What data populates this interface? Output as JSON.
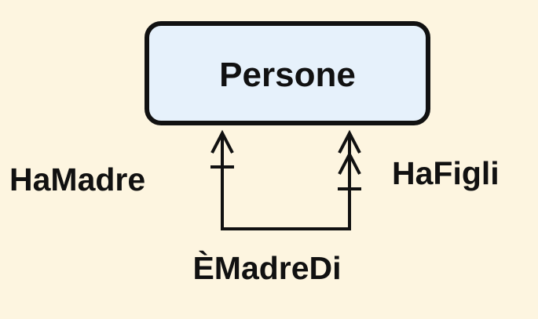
{
  "entity": {
    "name": "Persone"
  },
  "relationship": {
    "name": "ÈMadreDi",
    "left_role": "HaMadre",
    "right_role": "HaFigli",
    "left_cardinality": "exactly-one",
    "right_cardinality": "one-or-many"
  },
  "colors": {
    "background": "#fdf5e0",
    "entity_fill": "#e6f1fb",
    "stroke": "#111111",
    "text": "#111111"
  }
}
